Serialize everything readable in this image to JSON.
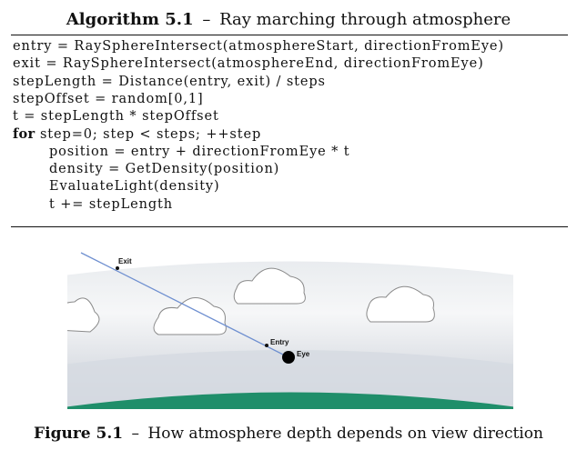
{
  "algorithm": {
    "label": "Algorithm 5.1",
    "separator": "–",
    "title": "Ray marching through atmosphere",
    "lines": [
      {
        "text": "entry = RaySphereIntersect(atmosphereStart, directionFromEye)",
        "indent": 0,
        "keyword": ""
      },
      {
        "text": "exit = RaySphereIntersect(atmosphereEnd, directionFromEye)",
        "indent": 0,
        "keyword": ""
      },
      {
        "text": "stepLength = Distance(entry, exit) / steps",
        "indent": 0,
        "keyword": ""
      },
      {
        "text": "stepOffset = random[0,1]",
        "indent": 0,
        "keyword": ""
      },
      {
        "text": "t = stepLength * stepOffset",
        "indent": 0,
        "keyword": ""
      },
      {
        "text": " step=0; step < steps; ++step",
        "indent": 0,
        "keyword": "for"
      },
      {
        "text": "position = entry + directionFromEye * t",
        "indent": 1,
        "keyword": ""
      },
      {
        "text": "density = GetDensity(position)",
        "indent": 1,
        "keyword": ""
      },
      {
        "text": "EvaluateLight(density)",
        "indent": 1,
        "keyword": ""
      },
      {
        "text": "t += stepLength",
        "indent": 1,
        "keyword": ""
      }
    ]
  },
  "figure": {
    "labels": {
      "exit": "Exit",
      "entry": "Entry",
      "eye": "Eye"
    },
    "colors": {
      "sky_top": "#e9ecef",
      "sky_band": "#f6f7f8",
      "sky_bottom": "#c8cdd6",
      "ground": "#1f8e6a",
      "ray": "#6e8fd0",
      "cloud_fill": "#ffffff",
      "cloud_stroke": "#8a8a8a"
    },
    "caption": {
      "label": "Figure 5.1",
      "separator": "–",
      "text": "How atmosphere depth depends on view direction"
    }
  }
}
